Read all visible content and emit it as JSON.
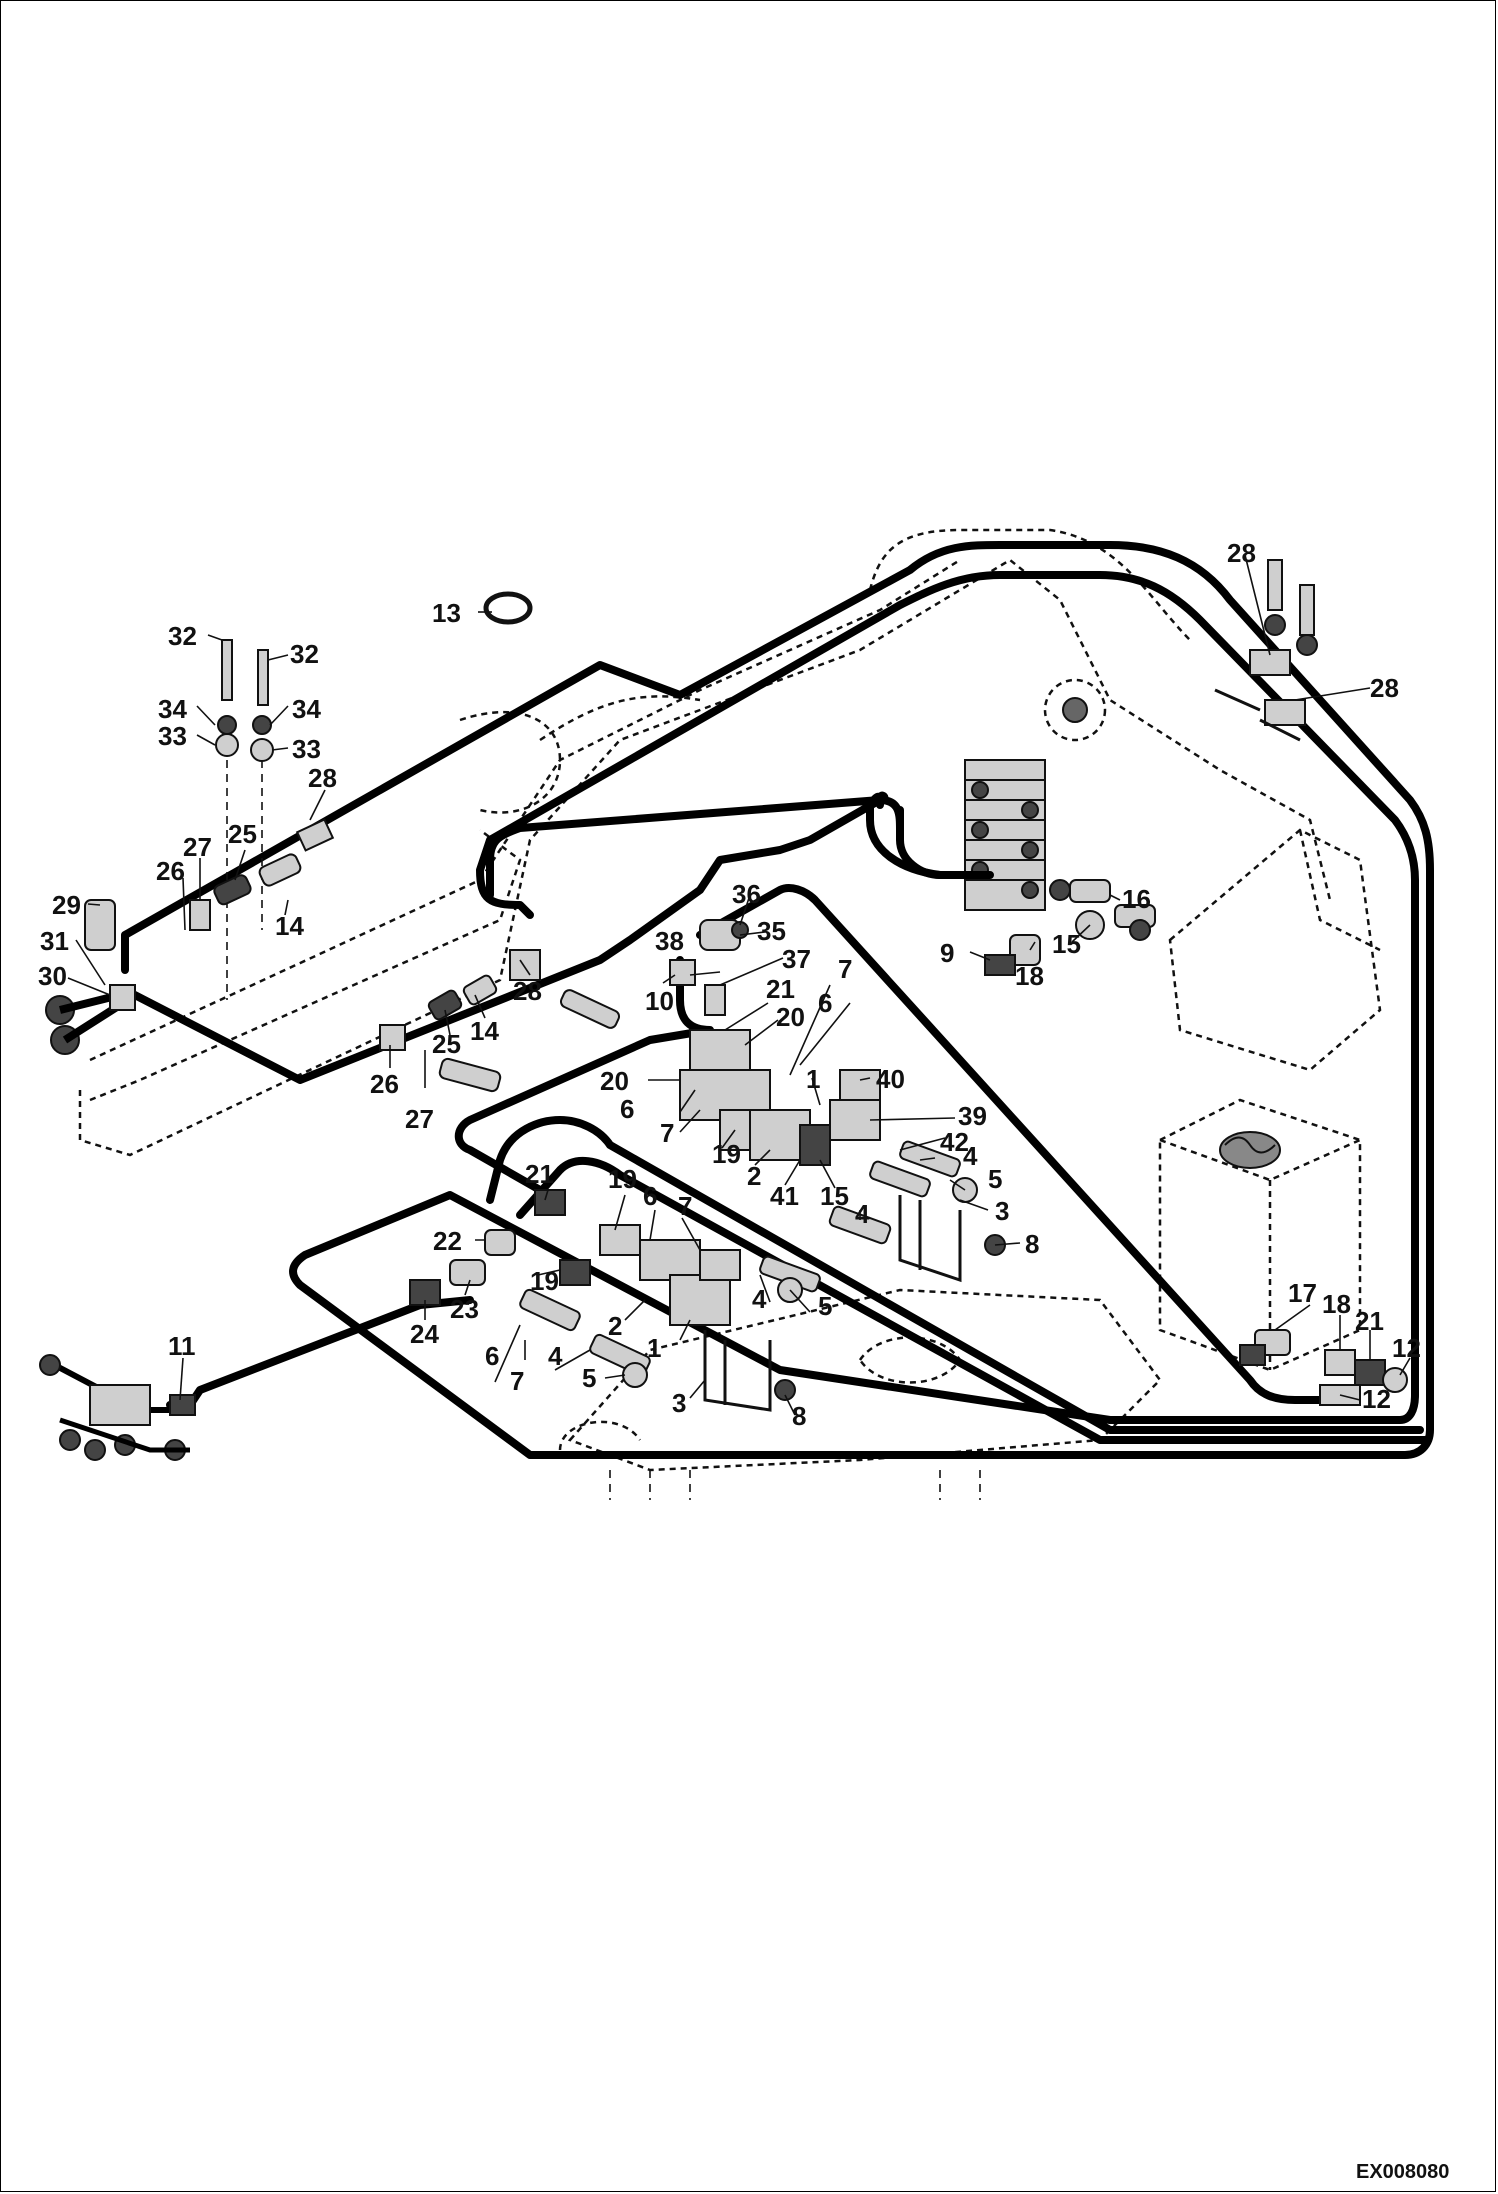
{
  "reference_code": "EX008080",
  "colors": {
    "line": "#000000",
    "background": "#ffffff",
    "part_fill": "#cfcfcf"
  },
  "callouts": [
    {
      "id": "c13",
      "label": "13"
    },
    {
      "id": "c32a",
      "label": "32"
    },
    {
      "id": "c32b",
      "label": "32"
    },
    {
      "id": "c34a",
      "label": "34"
    },
    {
      "id": "c34b",
      "label": "34"
    },
    {
      "id": "c33a",
      "label": "33"
    },
    {
      "id": "c33b",
      "label": "33"
    },
    {
      "id": "c28a",
      "label": "28"
    },
    {
      "id": "c27a",
      "label": "27"
    },
    {
      "id": "c25a",
      "label": "25"
    },
    {
      "id": "c26a",
      "label": "26"
    },
    {
      "id": "c14a",
      "label": "14"
    },
    {
      "id": "c29",
      "label": "29"
    },
    {
      "id": "c31",
      "label": "31"
    },
    {
      "id": "c30",
      "label": "30"
    },
    {
      "id": "c28b",
      "label": "28"
    },
    {
      "id": "c14b",
      "label": "14"
    },
    {
      "id": "c25b",
      "label": "25"
    },
    {
      "id": "c26b",
      "label": "26"
    },
    {
      "id": "c27b",
      "label": "27"
    },
    {
      "id": "c28c",
      "label": "28"
    },
    {
      "id": "c28d",
      "label": "28"
    },
    {
      "id": "c16",
      "label": "16"
    },
    {
      "id": "c9",
      "label": "9"
    },
    {
      "id": "c18a",
      "label": "18"
    },
    {
      "id": "c15a",
      "label": "15"
    },
    {
      "id": "c36",
      "label": "36"
    },
    {
      "id": "c38",
      "label": "38"
    },
    {
      "id": "c35",
      "label": "35"
    },
    {
      "id": "c37",
      "label": "37"
    },
    {
      "id": "c10",
      "label": "10"
    },
    {
      "id": "c21a",
      "label": "21"
    },
    {
      "id": "c20a",
      "label": "20"
    },
    {
      "id": "c7a",
      "label": "7"
    },
    {
      "id": "c6a",
      "label": "6"
    },
    {
      "id": "c20b",
      "label": "20"
    },
    {
      "id": "c1a",
      "label": "1"
    },
    {
      "id": "c40",
      "label": "40"
    },
    {
      "id": "c6b",
      "label": "6"
    },
    {
      "id": "c7b",
      "label": "7"
    },
    {
      "id": "c39",
      "label": "39"
    },
    {
      "id": "c19a",
      "label": "19"
    },
    {
      "id": "c2a",
      "label": "2"
    },
    {
      "id": "c42",
      "label": "42"
    },
    {
      "id": "c4a",
      "label": "4"
    },
    {
      "id": "c41",
      "label": "41"
    },
    {
      "id": "c15b",
      "label": "15"
    },
    {
      "id": "c5a",
      "label": "5"
    },
    {
      "id": "c3a",
      "label": "3"
    },
    {
      "id": "c4b",
      "label": "4"
    },
    {
      "id": "c8a",
      "label": "8"
    },
    {
      "id": "c21b",
      "label": "21"
    },
    {
      "id": "c19b",
      "label": "19"
    },
    {
      "id": "c6c",
      "label": "6"
    },
    {
      "id": "c7c",
      "label": "7"
    },
    {
      "id": "c22",
      "label": "22"
    },
    {
      "id": "c19c",
      "label": "19"
    },
    {
      "id": "c23",
      "label": "23"
    },
    {
      "id": "c24",
      "label": "24"
    },
    {
      "id": "c2b",
      "label": "2"
    },
    {
      "id": "c1b",
      "label": "1"
    },
    {
      "id": "c4c",
      "label": "4"
    },
    {
      "id": "c5b",
      "label": "5"
    },
    {
      "id": "c6d",
      "label": "6"
    },
    {
      "id": "c7d",
      "label": "7"
    },
    {
      "id": "c4d",
      "label": "4"
    },
    {
      "id": "c5c",
      "label": "5"
    },
    {
      "id": "c3b",
      "label": "3"
    },
    {
      "id": "c8b",
      "label": "8"
    },
    {
      "id": "c11",
      "label": "11"
    },
    {
      "id": "c17",
      "label": "17"
    },
    {
      "id": "c18b",
      "label": "18"
    },
    {
      "id": "c21c",
      "label": "21"
    },
    {
      "id": "c12a",
      "label": "12"
    },
    {
      "id": "c12b",
      "label": "12"
    }
  ]
}
